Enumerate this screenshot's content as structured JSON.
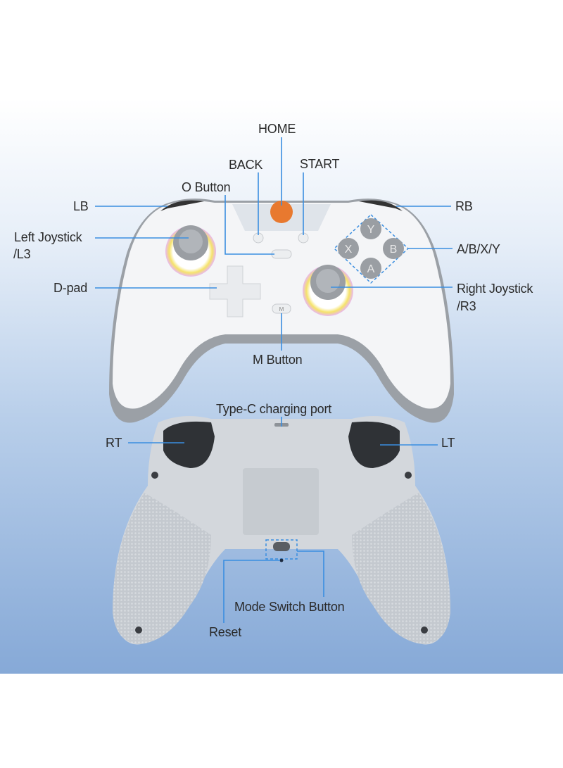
{
  "labels": {
    "home": "HOME",
    "back": "BACK",
    "start": "START",
    "o_button": "O Button",
    "lb": "LB",
    "rb": "RB",
    "left_joystick": "Left Joystick",
    "left_joystick_sub": "/L3",
    "abxy": "A/B/X/Y",
    "dpad": "D-pad",
    "right_joystick": "Right Joystick",
    "right_joystick_sub": "/R3",
    "m_button": "M Button",
    "type_c": "Type-C charging port",
    "rt": "RT",
    "lt": "LT",
    "mode_switch": "Mode Switch Button",
    "reset": "Reset"
  },
  "face_buttons": {
    "y": "Y",
    "x": "X",
    "b": "B",
    "a": "A",
    "m": "M"
  },
  "colors": {
    "leader_line": "#3a8ee0",
    "home_button": "#e8792f",
    "controller_body": "#f4f5f7",
    "controller_back": "#c9ced4",
    "stick": "#9a9ea3"
  }
}
